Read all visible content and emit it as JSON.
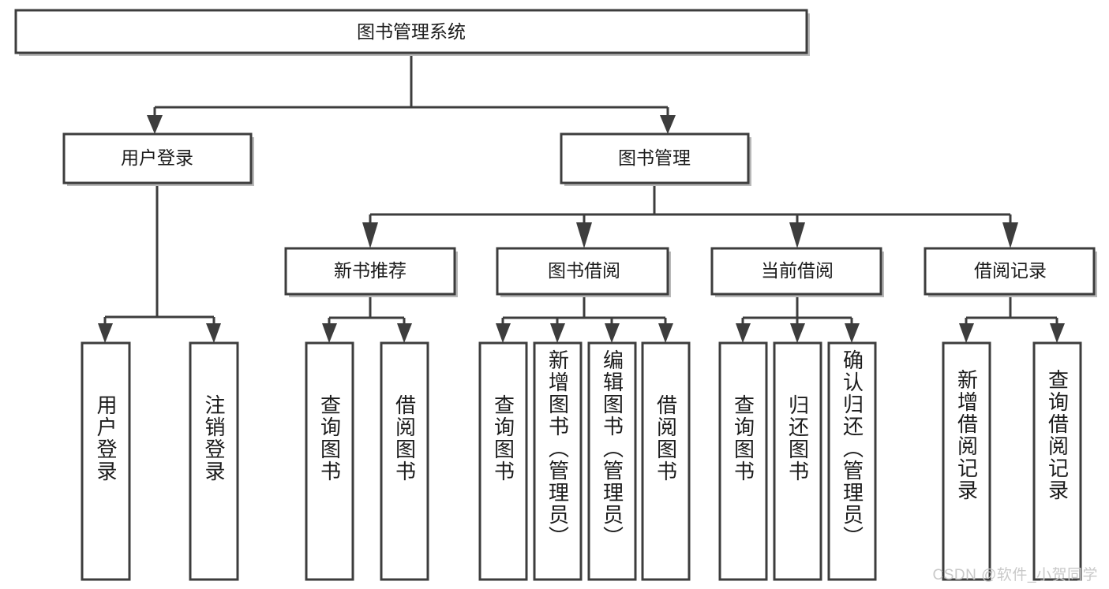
{
  "diagram": {
    "type": "tree-hierarchy",
    "title": "图书管理系统",
    "watermark": "CSDN @软件_小贺同学",
    "colors": {
      "stroke": "#3d3d3d",
      "fill": "#ffffff",
      "text": "#1c1c1c",
      "shadow": "#b8b8b8",
      "watermark": "#c9c9c9"
    },
    "root": {
      "label": "图书管理系统"
    },
    "level2": [
      {
        "label": "用户登录"
      },
      {
        "label": "图书管理"
      }
    ],
    "level3": [
      {
        "label": "新书推荐"
      },
      {
        "label": "图书借阅"
      },
      {
        "label": "当前借阅"
      },
      {
        "label": "借阅记录"
      }
    ],
    "leaves": {
      "user_login": [
        {
          "label": "用户登录"
        },
        {
          "label": "注销登录"
        }
      ],
      "new_book_recommend": [
        {
          "label": "查询图书"
        },
        {
          "label": "借阅图书"
        }
      ],
      "book_borrow": [
        {
          "label": "查询图书"
        },
        {
          "label": "新增图书（管理员）"
        },
        {
          "label": "编辑图书（管理员）"
        },
        {
          "label": "借阅图书"
        }
      ],
      "current_borrow": [
        {
          "label": "查询图书"
        },
        {
          "label": "归还图书"
        },
        {
          "label": "确认归还（管理员）"
        }
      ],
      "borrow_record": [
        {
          "label": "新增借阅记录"
        },
        {
          "label": "查询借阅记录"
        }
      ]
    }
  }
}
